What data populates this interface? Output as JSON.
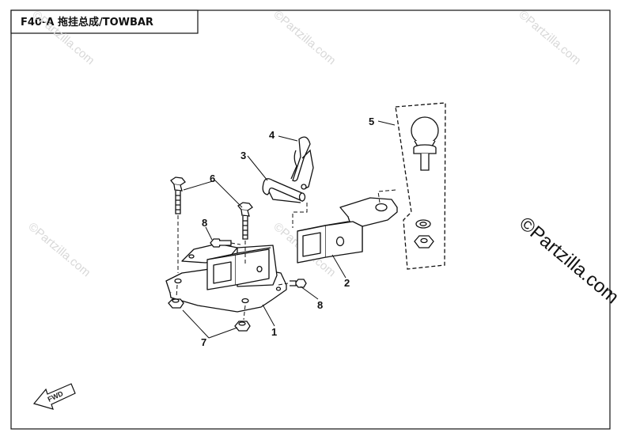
{
  "diagram": {
    "title": "F40-A 拖挂总成/TOWBAR",
    "fwd_label": "FWD",
    "callouts": [
      "1",
      "2",
      "3",
      "4",
      "5",
      "6",
      "7",
      "8",
      "8"
    ],
    "watermark_small": "©Partzilla.com",
    "watermark_large": "©Partzilla.com"
  },
  "colors": {
    "line": "#111111",
    "watermark": "#d8d8d8"
  }
}
